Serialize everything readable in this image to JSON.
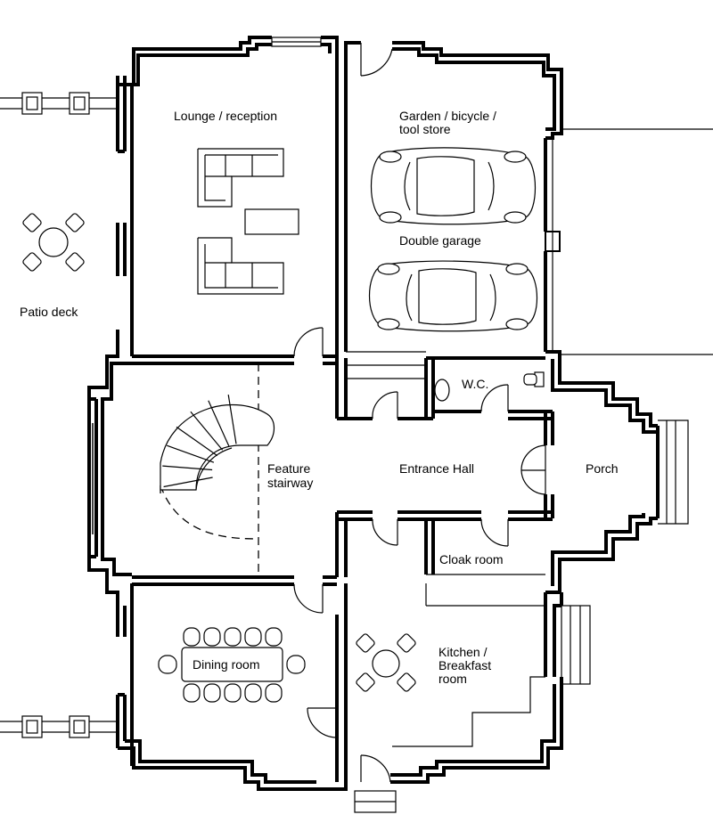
{
  "colors": {
    "wall": "#000000",
    "background": "#ffffff"
  },
  "rooms": {
    "lounge": "Lounge / reception",
    "store_line1": "Garden / bicycle /",
    "store_line2": "tool store",
    "garage": "Double garage",
    "patio": "Patio deck",
    "wc": "W.C.",
    "stair_line1": "Feature",
    "stair_line2": "stairway",
    "hall": "Entrance Hall",
    "porch": "Porch",
    "cloak": "Cloak room",
    "dining": "Dining room",
    "kitchen_line1": "Kitchen /",
    "kitchen_line2": "Breakfast",
    "kitchen_line3": "room"
  },
  "icons": [
    "sofa-icon",
    "table-icon",
    "car-icon",
    "chair-icon",
    "toilet-icon",
    "basin-icon",
    "door-swing-icon",
    "steps-icon",
    "spiral-stair-icon"
  ]
}
